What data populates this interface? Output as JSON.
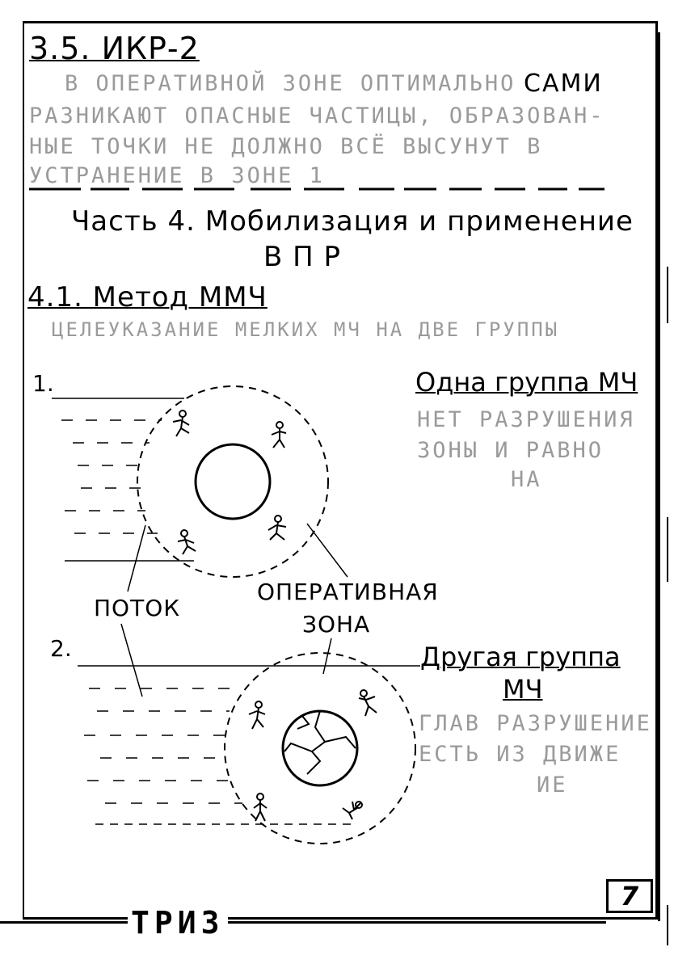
{
  "section_35": {
    "title": "3.5. ИКР-2",
    "line1_lead": "В ОПЕРАТИВНОЙ ЗОНЕ ОПТИМАЛЬНО",
    "line1_tail": "САМИ",
    "line2": "РАЗНИКАЮТ ОПАСНЫЕ ЧАСТИЦЫ, ОБРАЗОВАН-",
    "line3": "НЫЕ ТОЧКИ НЕ ДОЛЖНО ВСЁ ВЫСУНУТ В",
    "line4": "УСТРАНЕНИЕ В ЗОНЕ 1"
  },
  "part4": {
    "title_line1": "Часть 4. Мобилизация и применение",
    "title_line2": "В П Р"
  },
  "section_41": {
    "title": "4.1. Метод ММЧ",
    "subtitle": "ЦЕЛЕУКАЗАНИЕ МЕЛКИХ МЧ НА ДВЕ ГРУППЫ"
  },
  "diagram": {
    "marker_1": "1.",
    "marker_2": "2.",
    "group1_title": "Одна группа МЧ",
    "group1_line1": "НЕТ РАЗРУШЕНИЯ",
    "group1_line2": "ЗОНЫ И РАВНО",
    "group1_line3": "НА",
    "group2_title_line1": "Другая группа",
    "group2_title_line2": "МЧ",
    "group2_line1": "ГЛАВ РАЗРУШЕНИЕ",
    "group2_line2": "ЕСТЬ ИЗ ДВИЖЕ",
    "group2_line3": "ИЕ",
    "label_flow": "Поток",
    "label_zone_line1": "Оперативная",
    "label_zone_line2": "зона"
  },
  "footer": {
    "page_number": "7",
    "brand": "ТРИЗ"
  }
}
